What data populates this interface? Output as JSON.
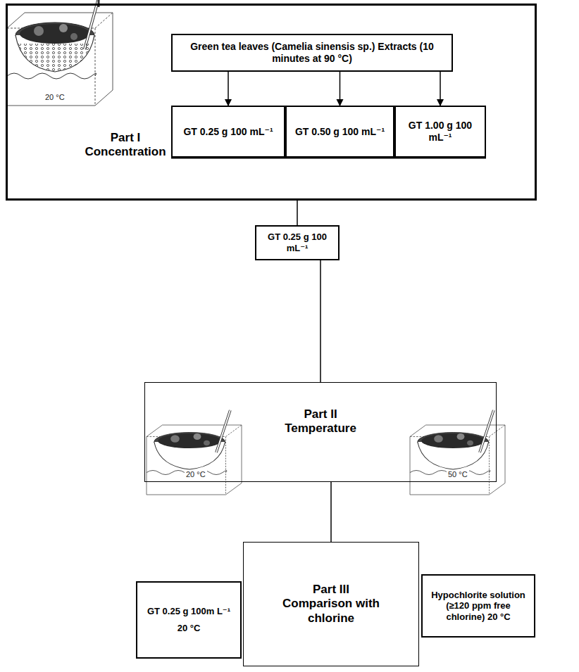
{
  "diagram": {
    "nodes": [
      {
        "text": [
          "Part I Concentration"
        ]
      },
      {
        "text": [
          "Green tea leaves (Camelia sinensis sp.) Extracts (10 minutes at 90 °C)"
        ],
        "in": 0
      },
      {
        "text": [
          "GT 0.25 g 100 mL⁻¹"
        ],
        "in": 0
      },
      {
        "text": [
          "GT 0.50 g 100 mL⁻¹"
        ],
        "in": 0
      },
      {
        "text": [
          "GT 1.00 g 100 mL⁻¹"
        ],
        "in": 0
      },
      {
        "text": [
          "GT 0.25 g 100 mL⁻¹"
        ]
      },
      {
        "text": [
          "Part II Temperature"
        ]
      },
      {
        "text": [
          "Part III Comparison with chlorine"
        ]
      },
      {
        "text": [
          "GT 0.25 g 100m L⁻¹",
          "20 °C"
        ]
      },
      {
        "text": [
          "Hypochlorite solution (≥120 ppm free chlorine) 20 °C"
        ]
      }
    ],
    "edges": [
      {
        "from": 1,
        "to": 2,
        "arrow": "to"
      },
      {
        "from": 1,
        "to": 3,
        "arrow": "to"
      },
      {
        "from": 1,
        "to": 4,
        "arrow": "to"
      },
      {
        "from": 0,
        "to": 5,
        "arrow": "none"
      },
      {
        "from": 5,
        "to": 6,
        "arrow": "none"
      },
      {
        "from": 6,
        "to": 7,
        "arrow": "none"
      }
    ],
    "labels": [
      "20 °C",
      "20 °C",
      "50 °C"
    ]
  }
}
